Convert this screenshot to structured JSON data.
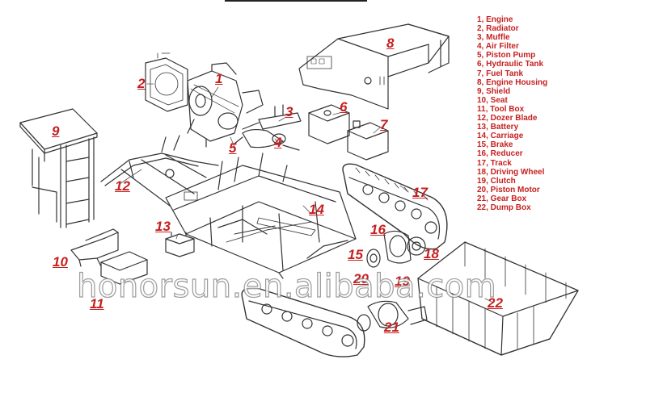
{
  "legend": [
    "1, Engine",
    "2, Radiator",
    "3, Muffle",
    "4, Air Filter",
    "5, Piston Pump",
    "6, Hydraulic Tank",
    "7, Fuel Tank",
    "8, Engine Housing",
    "9, Shield",
    "10, Seat",
    "11, Tool Box",
    "12, Dozer Blade",
    "13, Battery",
    "14, Carriage",
    "15, Brake",
    "16, Reducer",
    "17, Track",
    "18, Driving Wheel",
    "19, Clutch",
    "20, Piston Motor",
    "21, Gear Box",
    "22, Dump Box"
  ],
  "callouts": {
    "n1": "1",
    "n2": "2",
    "n3": "3",
    "n4": "4",
    "n5": "5",
    "n6": "6",
    "n7": "7",
    "n8": "8",
    "n9": "9",
    "n10": "10",
    "n11": "11",
    "n12": "12",
    "n13": "13",
    "n14": "14",
    "n15": "15",
    "n16": "16",
    "n17": "17",
    "n18": "18",
    "n19": "19",
    "n20": "20",
    "n21": "21",
    "n22": "22"
  },
  "watermark": "honorsun.en.alibaba.com",
  "colors": {
    "label": "#c62020",
    "line": "#333333"
  }
}
